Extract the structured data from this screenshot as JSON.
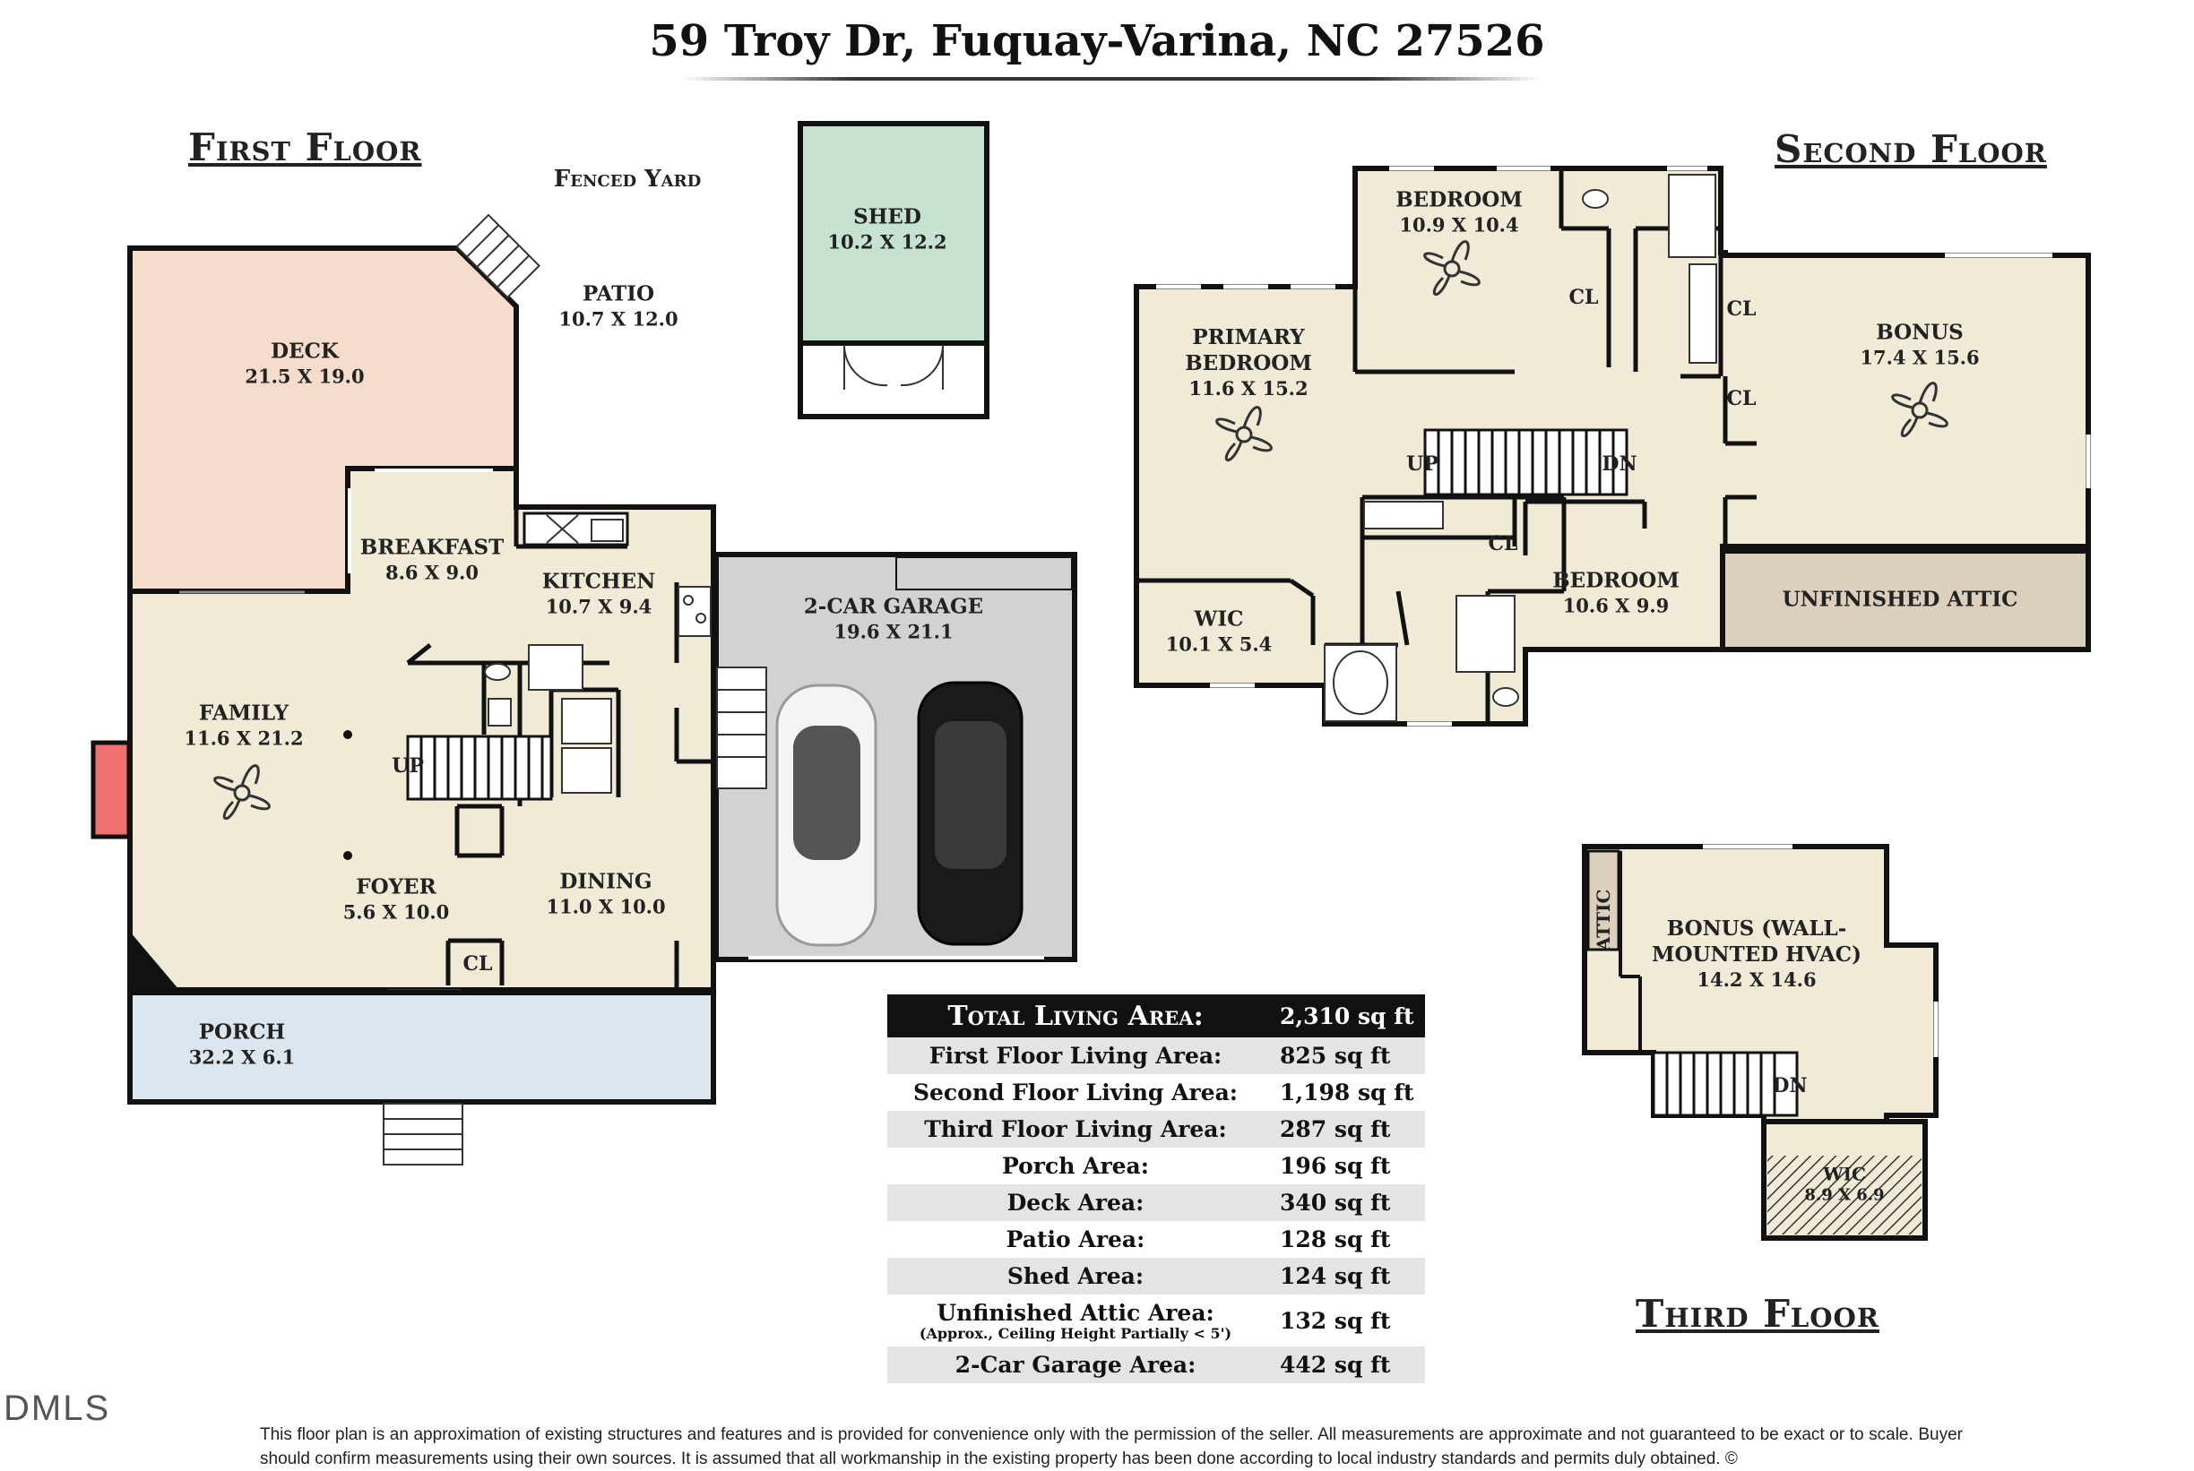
{
  "address": "59 Troy Dr, Fuquay-Varina, NC 27526",
  "floors": {
    "first": "First Floor",
    "second": "Second Floor",
    "third": "Third Floor"
  },
  "labels": {
    "fenced_yard": "Fenced Yard",
    "up": "UP",
    "dn": "DN",
    "cl": "CL",
    "attic": "ATTIC"
  },
  "rooms": {
    "deck": {
      "name": "DECK",
      "dims": "21.5 X 19.0"
    },
    "patio": {
      "name": "PATIO",
      "dims": "10.7 X 12.0"
    },
    "shed": {
      "name": "SHED",
      "dims": "10.2 X 12.2"
    },
    "breakfast": {
      "name": "BREAKFAST",
      "dims": "8.6 X 9.0"
    },
    "kitchen": {
      "name": "KITCHEN",
      "dims": "10.7 X 9.4"
    },
    "garage": {
      "name": "2-CAR GARAGE",
      "dims": "19.6 X 21.1"
    },
    "family": {
      "name": "FAMILY",
      "dims": "11.6 X 21.2"
    },
    "foyer": {
      "name": "FOYER",
      "dims": "5.6 X 10.0"
    },
    "dining": {
      "name": "DINING",
      "dims": "11.0 X 10.0"
    },
    "porch": {
      "name": "PORCH",
      "dims": "32.2 X 6.1"
    },
    "bedroom_a": {
      "name": "BEDROOM",
      "dims": "10.9 X 10.4"
    },
    "primary": {
      "name1": "PRIMARY",
      "name2": "BEDROOM",
      "dims": "11.6 X 15.2"
    },
    "bonus2": {
      "name": "BONUS",
      "dims": "17.4 X 15.6"
    },
    "wic2": {
      "name": "WIC",
      "dims": "10.1 X 5.4"
    },
    "bedroom_b": {
      "name": "BEDROOM",
      "dims": "10.6 X 9.9"
    },
    "attic": {
      "name": "UNFINISHED ATTIC"
    },
    "bonus3": {
      "name1": "BONUS (WALL-",
      "name2": "MOUNTED HVAC)",
      "dims": "14.2 X 14.6"
    },
    "wic3": {
      "name": "WIC",
      "dims": "8.9 X 6.9"
    }
  },
  "areas": {
    "total": {
      "label": "Total Living Area:",
      "value": "2,310 sq ft"
    },
    "rows": [
      {
        "label": "First Floor Living Area:",
        "value": "825 sq ft"
      },
      {
        "label": "Second Floor Living Area:",
        "value": "1,198 sq ft"
      },
      {
        "label": "Third Floor Living Area:",
        "value": "287 sq ft"
      },
      {
        "label": "Porch Area:",
        "value": "196 sq ft"
      },
      {
        "label": "Deck Area:",
        "value": "340 sq ft"
      },
      {
        "label": "Patio Area:",
        "value": "128 sq ft"
      },
      {
        "label": "Shed Area:",
        "value": "124 sq ft"
      },
      {
        "label": "Unfinished Attic Area:",
        "note": "(Approx., Ceiling Height Partially < 5')",
        "value": "132 sq ft"
      },
      {
        "label": "2-Car Garage Area:",
        "value": "442 sq ft"
      }
    ]
  },
  "disclaimer": "This floor plan is an approximation of existing structures and features and is provided for convenience only with the permission of the seller.  All measurements are approximate and not guaranteed to be exact or to scale.  Buyer should confirm measurements using their own sources.  It is assumed that all workmanship in the existing property has been done according to local industry standards and permits duly obtained.  ©",
  "logo": "DMLS",
  "colors": {
    "deck": "#f6dccb",
    "interior": "#f1ead6",
    "shed": "#c6e2d0",
    "garage": "#d2d2d2",
    "porch": "#dbe6ef",
    "attic": "#dccfbc",
    "fireplace": "#f07070"
  }
}
